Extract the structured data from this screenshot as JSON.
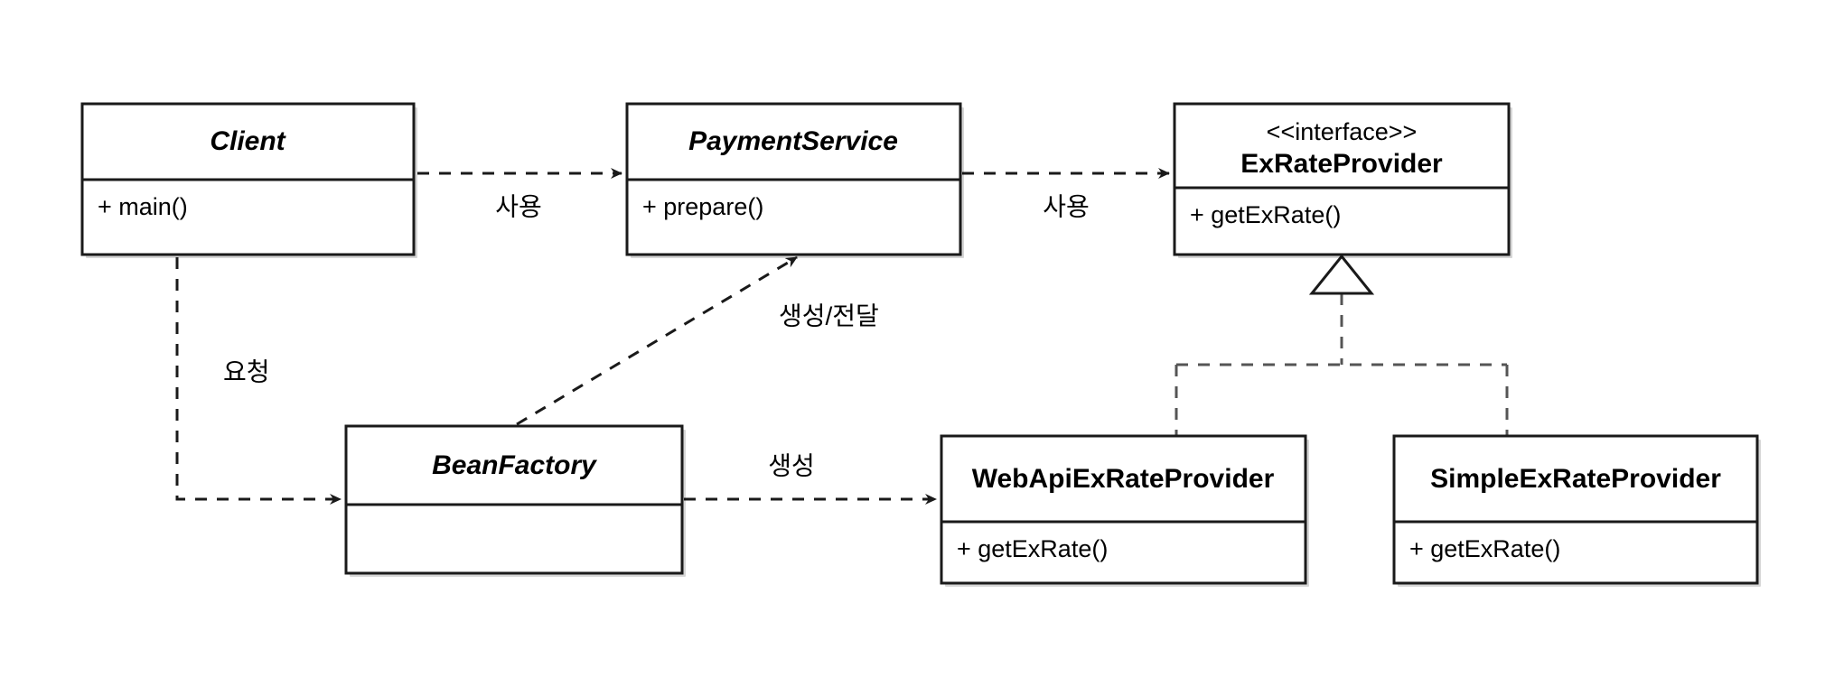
{
  "diagram": {
    "kind": "uml-class-diagram",
    "background_color": "#ffffff",
    "line_color": "#1a1a1a",
    "classes": [
      {
        "id": "client",
        "name": "Client",
        "stereotype": "",
        "title_style": "bold-italic",
        "members": [
          "+ main()"
        ]
      },
      {
        "id": "payment-service",
        "name": "PaymentService",
        "stereotype": "",
        "title_style": "bold-italic",
        "members": [
          "+ prepare()"
        ]
      },
      {
        "id": "ex-rate-provider",
        "name": "ExRateProvider",
        "stereotype": "<<interface>>",
        "title_style": "bold",
        "members": [
          "+ getExRate()"
        ]
      },
      {
        "id": "bean-factory",
        "name": "BeanFactory",
        "stereotype": "",
        "title_style": "bold-italic",
        "members": [
          ""
        ]
      },
      {
        "id": "webapi-ex-rate-provider",
        "name": "WebApiExRateProvider",
        "stereotype": "",
        "title_style": "bold",
        "members": [
          "+ getExRate()"
        ]
      },
      {
        "id": "simple-ex-rate-provider",
        "name": "SimpleExRateProvider",
        "stereotype": "",
        "title_style": "bold",
        "members": [
          "+ getExRate()"
        ]
      }
    ],
    "relations": [
      {
        "id": "client-uses-payment-service",
        "from": "client",
        "to": "payment-service",
        "type": "dependency",
        "label": "사용"
      },
      {
        "id": "payment-service-uses-ex-rate-provider",
        "from": "payment-service",
        "to": "ex-rate-provider",
        "type": "dependency",
        "label": "사용"
      },
      {
        "id": "client-requests-bean-factory",
        "from": "client",
        "to": "bean-factory",
        "type": "dependency",
        "label": "요청"
      },
      {
        "id": "bean-factory-creates-payment-service",
        "from": "bean-factory",
        "to": "payment-service",
        "type": "dependency",
        "label": "생성/전달"
      },
      {
        "id": "bean-factory-creates-webapi",
        "from": "bean-factory",
        "to": "webapi-ex-rate-provider",
        "type": "dependency",
        "label": "생성"
      },
      {
        "id": "webapi-implements-ex-rate-provider",
        "from": "webapi-ex-rate-provider",
        "to": "ex-rate-provider",
        "type": "realization",
        "label": ""
      },
      {
        "id": "simple-implements-ex-rate-provider",
        "from": "simple-ex-rate-provider",
        "to": "ex-rate-provider",
        "type": "realization",
        "label": ""
      }
    ]
  }
}
